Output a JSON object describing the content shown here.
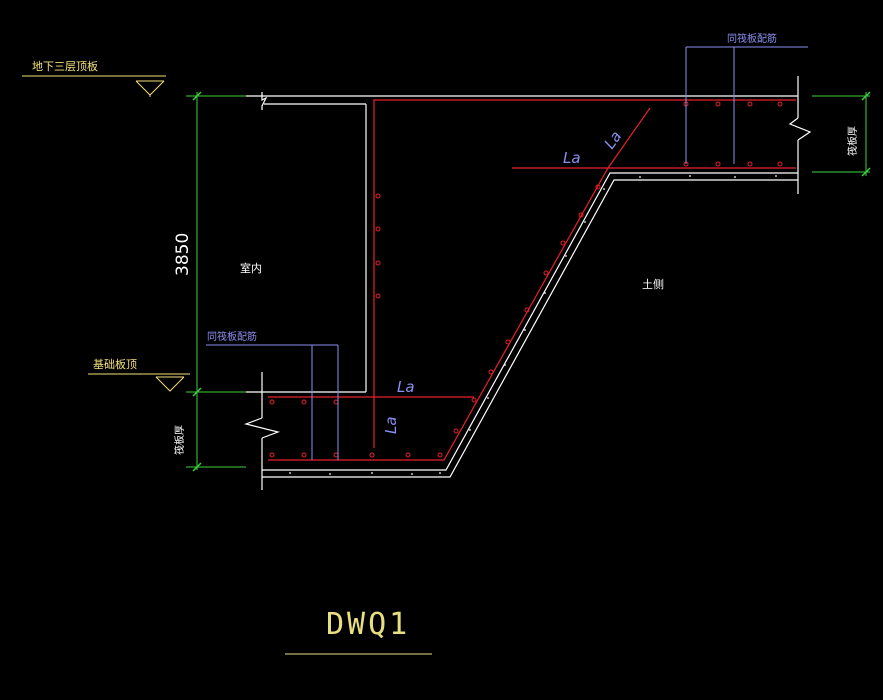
{
  "drawing": {
    "title": "DWQ1",
    "labels": {
      "top_slab": "地下三层顶板",
      "base_slab": "基础板顶",
      "indoor": "室内",
      "soil_side": "土侧",
      "dim_height": "3850",
      "la_1": "La",
      "la_2": "La",
      "la_3": "La",
      "la_4": "La",
      "rebar_note_top": "同筏板配筋",
      "rebar_note_bottom": "同筏板配筋",
      "slab_thickness_right": "筏板厚",
      "slab_thickness_left": "筏板厚"
    },
    "colors": {
      "background": "#000000",
      "outline": "#ffffff",
      "rebar": "#e8202a",
      "dimension": "#3ecf3e",
      "annotation": "#8a8ff0",
      "level_text": "#f2e07a",
      "title_line": "#e8e080"
    }
  }
}
